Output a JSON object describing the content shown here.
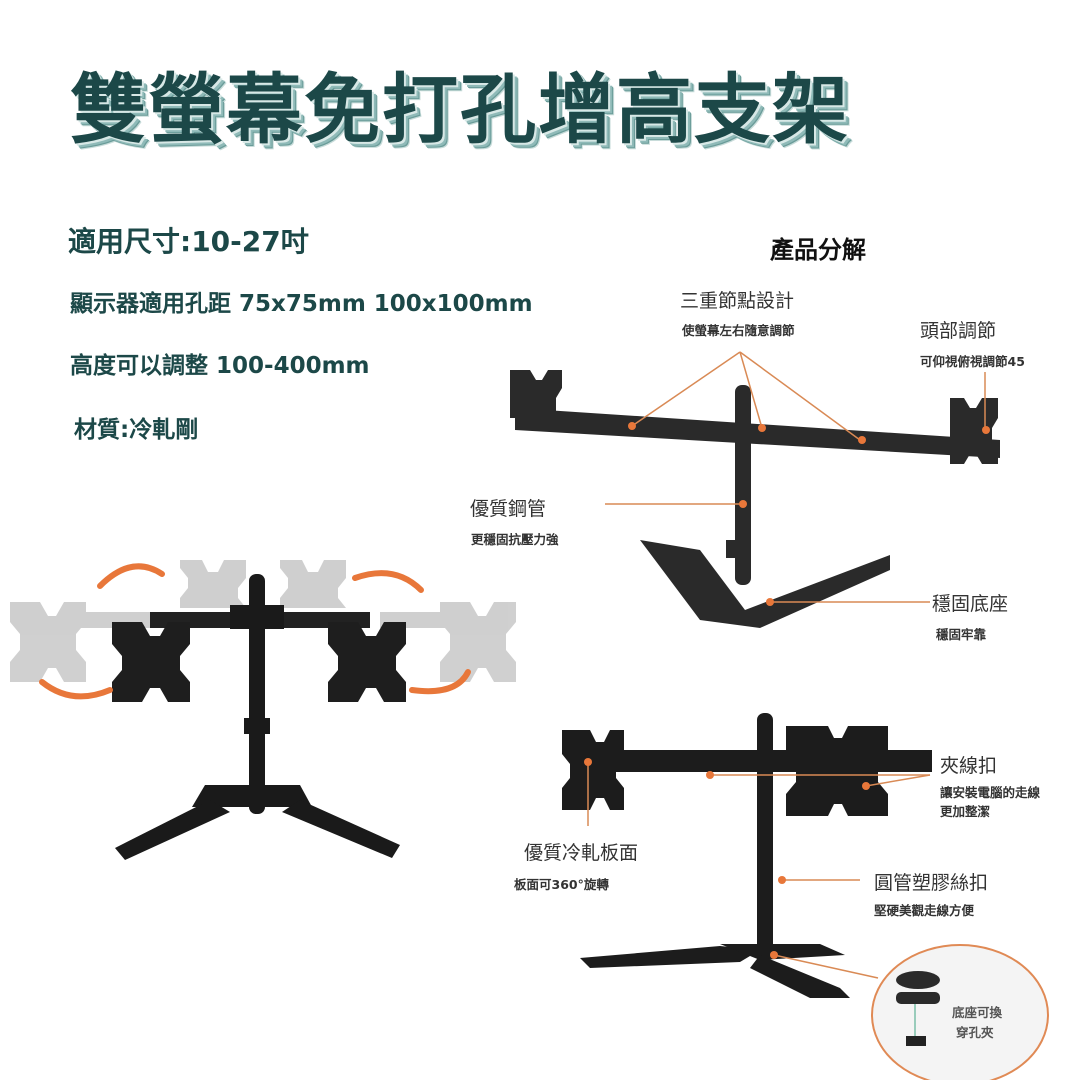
{
  "title": "雙螢幕免打孔增高支架",
  "specs": {
    "size": "適用尺寸:10-27吋",
    "vesa": "顯示器適用孔距 75x75mm 100x100mm",
    "height": "高度可以調整 100-400mm",
    "material": "材質:冷軋剛"
  },
  "breakdown": {
    "heading": "產品分解",
    "callouts": [
      {
        "title": "三重節點設計",
        "sub": "使螢幕左右隨意調節"
      },
      {
        "title": "頭部調節",
        "sub": "可仰視俯視調節45"
      },
      {
        "title": "優質鋼管",
        "sub": "更穩固抗壓力強"
      },
      {
        "title": "穩固底座",
        "sub": "穩固牢靠"
      }
    ]
  },
  "detail": {
    "callouts": [
      {
        "title": "夾線扣",
        "sub_line1": "讓安裝電腦的走線",
        "sub_line2": "更加整潔"
      },
      {
        "title": "優質冷軋板面",
        "sub": "板面可360°旋轉"
      },
      {
        "title": "圓管塑膠絲扣",
        "sub": "堅硬美觀走線方便"
      }
    ],
    "inset": {
      "line1": "底座可換",
      "line2": "穿孔夾"
    }
  },
  "colors": {
    "title_main": "#1c4848",
    "title_shadow": "#8fbab8",
    "accent_orange": "#e8773a",
    "product_black": "#1e1e1e"
  }
}
